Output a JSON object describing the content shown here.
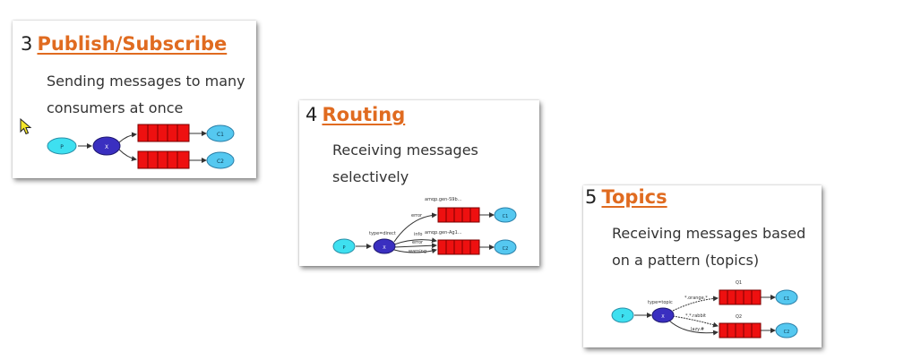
{
  "cards": [
    {
      "number": "3",
      "title": "Publish/Subscribe",
      "description_lines": [
        "Sending messages to many",
        "consumers at once"
      ],
      "diagram": {
        "producer": "P",
        "exchange": "X",
        "consumers": [
          "C1",
          "C2"
        ]
      }
    },
    {
      "number": "4",
      "title": "Routing",
      "description_lines": [
        "Receiving messages",
        "selectively"
      ],
      "diagram": {
        "producer": "P",
        "exchange": "X",
        "exchange_type": "type=direct",
        "queues": [
          "amqp.gen-S9b...",
          "amqp.gen-Ag1..."
        ],
        "bindings": [
          "error",
          "info",
          "error",
          "warning"
        ],
        "consumers": [
          "C1",
          "C2"
        ]
      }
    },
    {
      "number": "5",
      "title": "Topics",
      "description_lines": [
        "Receiving messages based",
        "on a pattern (topics)"
      ],
      "diagram": {
        "producer": "P",
        "exchange": "X",
        "exchange_type": "type=topic",
        "queues": [
          "Q1",
          "Q2"
        ],
        "bindings": [
          "*.orange.*",
          "*.*.rabbit",
          "lazy.#"
        ],
        "consumers": [
          "C1",
          "C2"
        ]
      }
    }
  ],
  "colors": {
    "accent": "#e06b20",
    "producer": "#3ee0f0",
    "exchange": "#3a2fc0",
    "queue": "#ee1010",
    "consumer": "#55c8f0"
  }
}
